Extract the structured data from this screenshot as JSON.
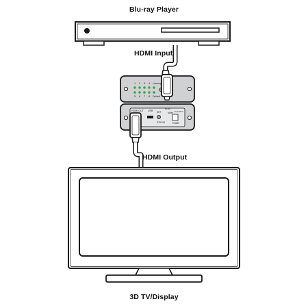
{
  "labels": {
    "source": "Blu-ray Player",
    "input": "HDMI Input",
    "output": "HDMI Output",
    "sink": "3D TV/Display"
  },
  "device": {
    "top_panel": {
      "numbers": [
        "1",
        "2",
        "3",
        "4"
      ],
      "learned": "Learned",
      "select": "Select",
      "numbers_lower": [
        "5",
        "6",
        "7",
        "8"
      ],
      "default": "Default"
    },
    "bottom_panel": {
      "hdmi_out": "HDMI OUT",
      "usb": "USB",
      "edid": "EDID",
      "set": "SET",
      "status": "STATUS",
      "enable": "Enable",
      "emulation": "Emulation",
      "mode": "Mode"
    }
  },
  "colors": {
    "outline": "#1a1a1a",
    "device_fill": "#cfd1d3",
    "led_green": "#3aa64a",
    "cable": "#ffffff"
  }
}
